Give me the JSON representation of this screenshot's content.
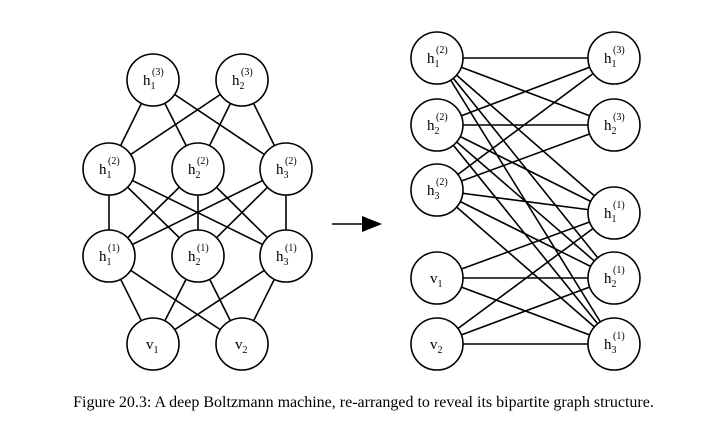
{
  "caption": "Figure 20.3: A deep Boltzmann machine, re-arranged to reveal its bipartite graph structure.",
  "left_graph": {
    "nodes": [
      {
        "id": "h3_1",
        "base": "h",
        "sub": "1",
        "sup": "(3)"
      },
      {
        "id": "h3_2",
        "base": "h",
        "sub": "2",
        "sup": "(3)"
      },
      {
        "id": "h2_1",
        "base": "h",
        "sub": "1",
        "sup": "(2)"
      },
      {
        "id": "h2_2",
        "base": "h",
        "sub": "2",
        "sup": "(2)"
      },
      {
        "id": "h2_3",
        "base": "h",
        "sub": "3",
        "sup": "(2)"
      },
      {
        "id": "h1_1",
        "base": "h",
        "sub": "1",
        "sup": "(1)"
      },
      {
        "id": "h1_2",
        "base": "h",
        "sub": "2",
        "sup": "(1)"
      },
      {
        "id": "h1_3",
        "base": "h",
        "sub": "3",
        "sup": "(1)"
      },
      {
        "id": "v_1",
        "base": "v",
        "sub": "1",
        "sup": ""
      },
      {
        "id": "v_2",
        "base": "v",
        "sub": "2",
        "sup": ""
      }
    ],
    "edges": [
      [
        "h3_1",
        "h2_1"
      ],
      [
        "h3_1",
        "h2_2"
      ],
      [
        "h3_1",
        "h2_3"
      ],
      [
        "h3_2",
        "h2_1"
      ],
      [
        "h3_2",
        "h2_2"
      ],
      [
        "h3_2",
        "h2_3"
      ],
      [
        "h2_1",
        "h1_1"
      ],
      [
        "h2_1",
        "h1_2"
      ],
      [
        "h2_1",
        "h1_3"
      ],
      [
        "h2_2",
        "h1_1"
      ],
      [
        "h2_2",
        "h1_2"
      ],
      [
        "h2_2",
        "h1_3"
      ],
      [
        "h2_3",
        "h1_1"
      ],
      [
        "h2_3",
        "h1_2"
      ],
      [
        "h2_3",
        "h1_3"
      ],
      [
        "h1_1",
        "v_1"
      ],
      [
        "h1_1",
        "v_2"
      ],
      [
        "h1_2",
        "v_1"
      ],
      [
        "h1_2",
        "v_2"
      ],
      [
        "h1_3",
        "v_1"
      ],
      [
        "h1_3",
        "v_2"
      ]
    ]
  },
  "right_graph": {
    "nodes": [
      {
        "id": "h2_1",
        "base": "h",
        "sub": "1",
        "sup": "(2)"
      },
      {
        "id": "h2_2",
        "base": "h",
        "sub": "2",
        "sup": "(2)"
      },
      {
        "id": "h2_3",
        "base": "h",
        "sub": "3",
        "sup": "(2)"
      },
      {
        "id": "v_1",
        "base": "v",
        "sub": "1",
        "sup": ""
      },
      {
        "id": "v_2",
        "base": "v",
        "sub": "2",
        "sup": ""
      },
      {
        "id": "h3_1",
        "base": "h",
        "sub": "1",
        "sup": "(3)"
      },
      {
        "id": "h3_2",
        "base": "h",
        "sub": "2",
        "sup": "(3)"
      },
      {
        "id": "h1_1",
        "base": "h",
        "sub": "1",
        "sup": "(1)"
      },
      {
        "id": "h1_2",
        "base": "h",
        "sub": "2",
        "sup": "(1)"
      },
      {
        "id": "h1_3",
        "base": "h",
        "sub": "3",
        "sup": "(1)"
      }
    ],
    "edges": [
      [
        "h2_1",
        "h3_1"
      ],
      [
        "h2_1",
        "h3_2"
      ],
      [
        "h2_1",
        "h1_1"
      ],
      [
        "h2_1",
        "h1_2"
      ],
      [
        "h2_1",
        "h1_3"
      ],
      [
        "h2_2",
        "h3_1"
      ],
      [
        "h2_2",
        "h3_2"
      ],
      [
        "h2_2",
        "h1_1"
      ],
      [
        "h2_2",
        "h1_2"
      ],
      [
        "h2_2",
        "h1_3"
      ],
      [
        "h2_3",
        "h3_1"
      ],
      [
        "h2_3",
        "h3_2"
      ],
      [
        "h2_3",
        "h1_1"
      ],
      [
        "h2_3",
        "h1_2"
      ],
      [
        "h2_3",
        "h1_3"
      ],
      [
        "v_1",
        "h1_1"
      ],
      [
        "v_1",
        "h1_2"
      ],
      [
        "v_1",
        "h1_3"
      ],
      [
        "v_2",
        "h1_1"
      ],
      [
        "v_2",
        "h1_2"
      ],
      [
        "v_2",
        "h1_3"
      ]
    ]
  }
}
